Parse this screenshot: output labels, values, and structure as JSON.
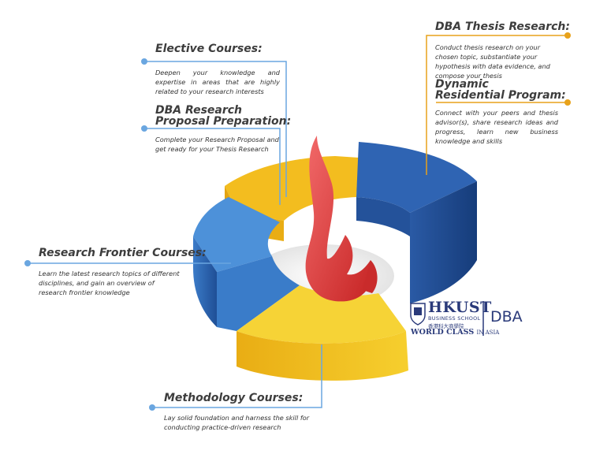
{
  "segments": [
    {
      "id": "elective",
      "title": "Elective Courses:",
      "description": "Deepen your knowledge and expertise in areas that are highly related to your research interests",
      "color": "#f2b51b"
    },
    {
      "id": "proposal",
      "title_line1": "DBA Research",
      "title_line2": "Proposal Preparation:",
      "description": "Complete your Research Proposal and get ready for your Thesis Research",
      "color": "#f2b51b"
    },
    {
      "id": "thesis",
      "title": "DBA Thesis Research:",
      "description": "Conduct thesis research on your chosen topic, substantiate your hypothesis with data evidence, and compose your thesis",
      "color": "#2f5ea8"
    },
    {
      "id": "residential",
      "title_line1": "Dynamic",
      "title_line2": "Residential Program:",
      "description": "Connect with your peers and thesis advisor(s), share research ideas and progress, learn new business knowledge and skills",
      "color": "#2f5ea8"
    },
    {
      "id": "frontier",
      "title": "Research Frontier Courses:",
      "description": "Learn the latest research topics of different disciplines, and gain an overview of research frontier knowledge",
      "color": "#4a8fd6"
    },
    {
      "id": "methodology",
      "title": "Methodology Courses:",
      "description": "Lay solid foundation and harness the skill for conducting practice-driven research",
      "color": "#f5d23a"
    }
  ],
  "logo": {
    "name": "HKUST",
    "school": "BUSINESS SCHOOL",
    "chinese": "香港科大商學院",
    "tagline_main": "WORLD CLASS",
    "tagline_small": "IN ASIA",
    "program": "DBA"
  },
  "colors": {
    "leader_blue": "#6aa6e0",
    "leader_orange": "#e8a21a",
    "navy": "#2a3a7a",
    "flame": "#e23b3b"
  }
}
